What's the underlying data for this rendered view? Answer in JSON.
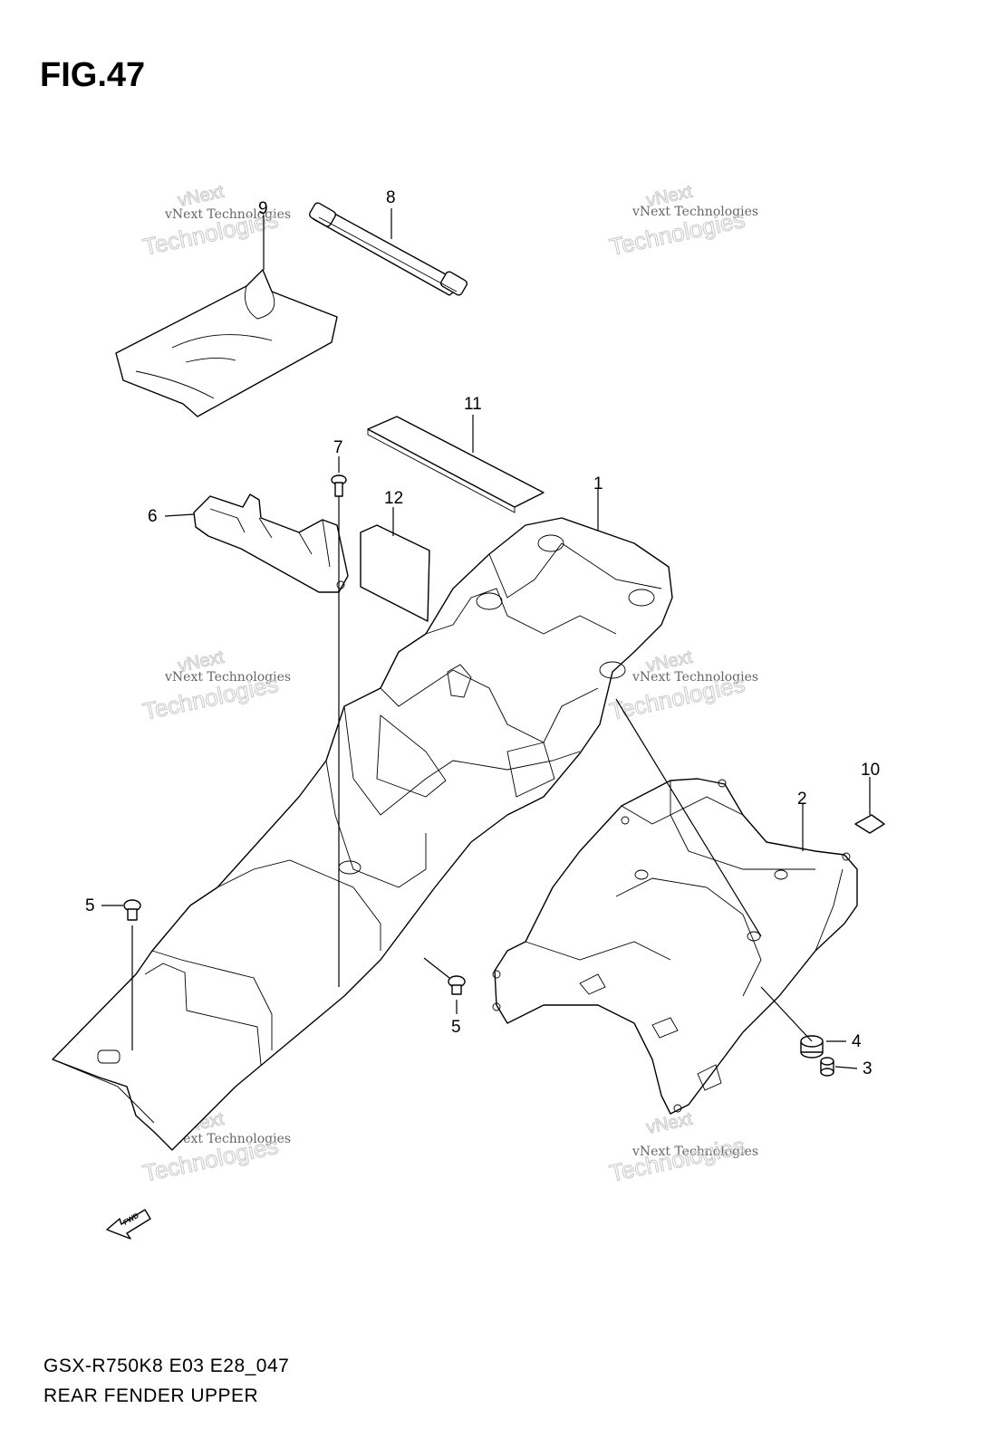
{
  "figure": {
    "title": "FIG.47"
  },
  "watermark": {
    "small": "vNext Technologies",
    "big_top": "vNext",
    "big_bottom": "Technologies"
  },
  "callouts": [
    "8",
    "9",
    "11",
    "7",
    "6",
    "12",
    "1",
    "10",
    "2",
    "5",
    "5",
    "4",
    "3"
  ],
  "fwd_label": "FWD",
  "footer": {
    "code": "GSX-R750K8 E03 E28_047",
    "name": "REAR FENDER UPPER"
  },
  "colors": {
    "line": "#000000",
    "background": "#ffffff",
    "watermark": "#c9c9c9"
  }
}
